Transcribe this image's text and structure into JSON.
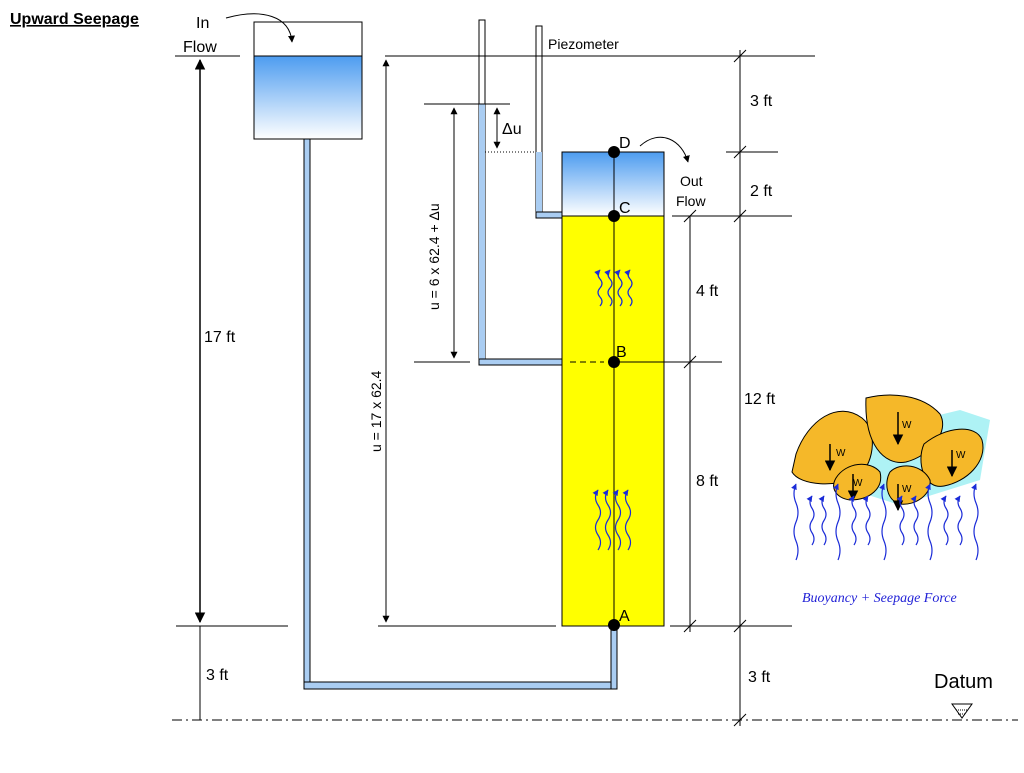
{
  "title": "Upward Seepage",
  "inflow_label": [
    "In",
    "Flow"
  ],
  "outflow_label": [
    "Out",
    "Flow"
  ],
  "piezometer_label": "Piezometer",
  "points": [
    "D",
    "C",
    "B",
    "A"
  ],
  "dimensions": {
    "left_total": "17 ft",
    "left_bottom": "3 ft",
    "right_top": "3 ft",
    "right_water": "2 ft",
    "right_soil": "12 ft",
    "right_bottom": "3 ft",
    "soil_upper": "4 ft",
    "soil_lower": "8 ft"
  },
  "pressure_labels": {
    "delta_u": "Δu",
    "u_at_b": "u = 6 x 62.4 + Δu",
    "u_at_a": "u = 17 x 62.4"
  },
  "datum_label": "Datum",
  "weight_label": "W",
  "inset_caption": "Buoyancy + Seepage  Force",
  "colors": {
    "soil": "#ffff00",
    "water_top": "#dbe9f9",
    "water_bottom": "#4d9cf0",
    "pipe": "#aacdf2",
    "grain": "#f5b829",
    "arrows": "#1a2bd8"
  }
}
